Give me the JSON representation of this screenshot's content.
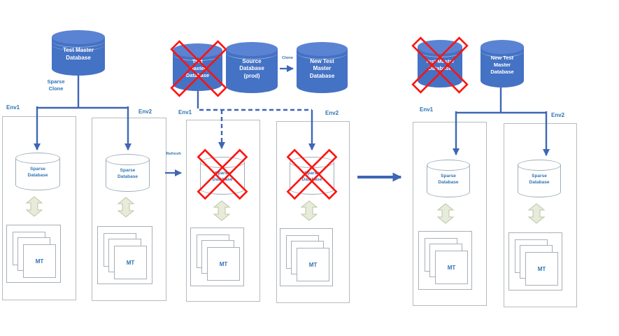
{
  "labels": {
    "env1": "Env1",
    "env2": "Env2",
    "sparse_clone": "Sparse\nClone",
    "refresh": "Refresh",
    "clone": "Clone",
    "sparse_db": "Sparse\nDatabase",
    "mt": "MT"
  },
  "stage1": {
    "master_db": "Test Master\nDatabase"
  },
  "stage2": {
    "old_master_db": "Test\nMaster\nDatabase",
    "source_db": "Source\nDatabase\n(prod)",
    "new_master_db": "New Test\nMaster\nDatabase"
  },
  "stage3": {
    "old_master_db": "Test Master\nDatabase",
    "new_master_db": "New Test\nMaster\nDatabase"
  },
  "colors": {
    "db_blue": "#4472C4",
    "db_blue_light": "#5B83D3",
    "line_blue": "#3E66B5",
    "label_blue": "#2E74B5",
    "cross_red": "#FE1310",
    "sync_green": "#E7EBDA",
    "sync_green_border": "#BEC6A5",
    "box_border": "#B6BBBE",
    "mt_border": "#A9AFB5",
    "cyl_border": "#9DAEB8"
  }
}
